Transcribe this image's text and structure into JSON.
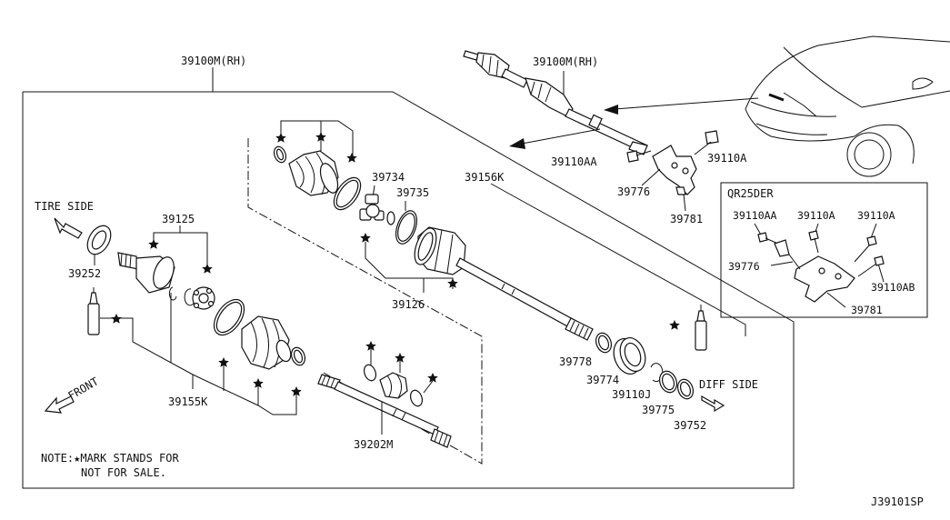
{
  "diagram": {
    "code": "J39101SP",
    "note_line1": "NOTE:★MARK STANDS FOR",
    "note_line2": "NOT FOR SALE.",
    "labels": {
      "shaft_assy_main": "39100M(RH)",
      "shaft_assy_vehicle": "39100M(RH)",
      "tire_side": "TIRE SIDE",
      "diff_side": "DIFF SIDE",
      "front": "FRONT",
      "engine_variant": "QR25DER",
      "p39125": "39125",
      "p39252": "39252",
      "p39155k": "39155K",
      "p39202m": "39202M",
      "p39126": "39126",
      "p39734": "39734",
      "p39735": "39735",
      "p39156k": "39156K",
      "p39778": "39778",
      "p39774": "39774",
      "p39110j": "39110J",
      "p39775": "39775",
      "p39752": "39752",
      "p39110aa": "39110AA",
      "p39110a": "39110A",
      "p39776": "39776",
      "p39781": "39781",
      "inset_39110aa": "39110AA",
      "inset_39110a_1": "39110A",
      "inset_39110a_2": "39110A",
      "inset_39776": "39776",
      "inset_39110ab": "39110AB",
      "inset_39781": "39781"
    }
  }
}
